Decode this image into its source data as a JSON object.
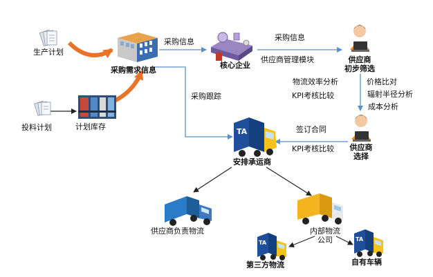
{
  "colors": {
    "line_blue": "#5a8fc8",
    "curve_orange": "#e8742a",
    "truck_yellow": "#f4c21a",
    "truck_blue": "#1f4f9a",
    "truck_white": "#e8e8e8"
  },
  "nodes": {
    "production_plan": "生产计划",
    "feed_plan": "投料计划",
    "plan_inventory": "计划库存",
    "purchase_demand": "采购需求信息",
    "core_enterprise": "核心企业",
    "supplier_screen": [
      "供应商",
      "初步筛选"
    ],
    "supplier_select": [
      "供应商",
      "选择"
    ],
    "arrange_carrier": "安排承运商",
    "supplier_logistics": "供应商负责物流",
    "internal_logistics": [
      "内部物流",
      "公司"
    ],
    "third_party": "第三方物流",
    "own_vehicles": "自有车辆"
  },
  "edges": {
    "purchase_info_1": "采购信息",
    "purchase_info_2": "采购信息",
    "supplier_mgmt": "供应商管理模块",
    "purchase_tracking": "采购跟踪",
    "efficiency": "物流效率分析",
    "kpi_1": "KPI考核比较",
    "price_compare": "价格比对",
    "radius": "辐射半径分析",
    "cost": "成本分析",
    "sign_contract": "签订合同",
    "kpi_2": "KPI考核比较"
  },
  "icons": {
    "truck_badge": "TA"
  }
}
